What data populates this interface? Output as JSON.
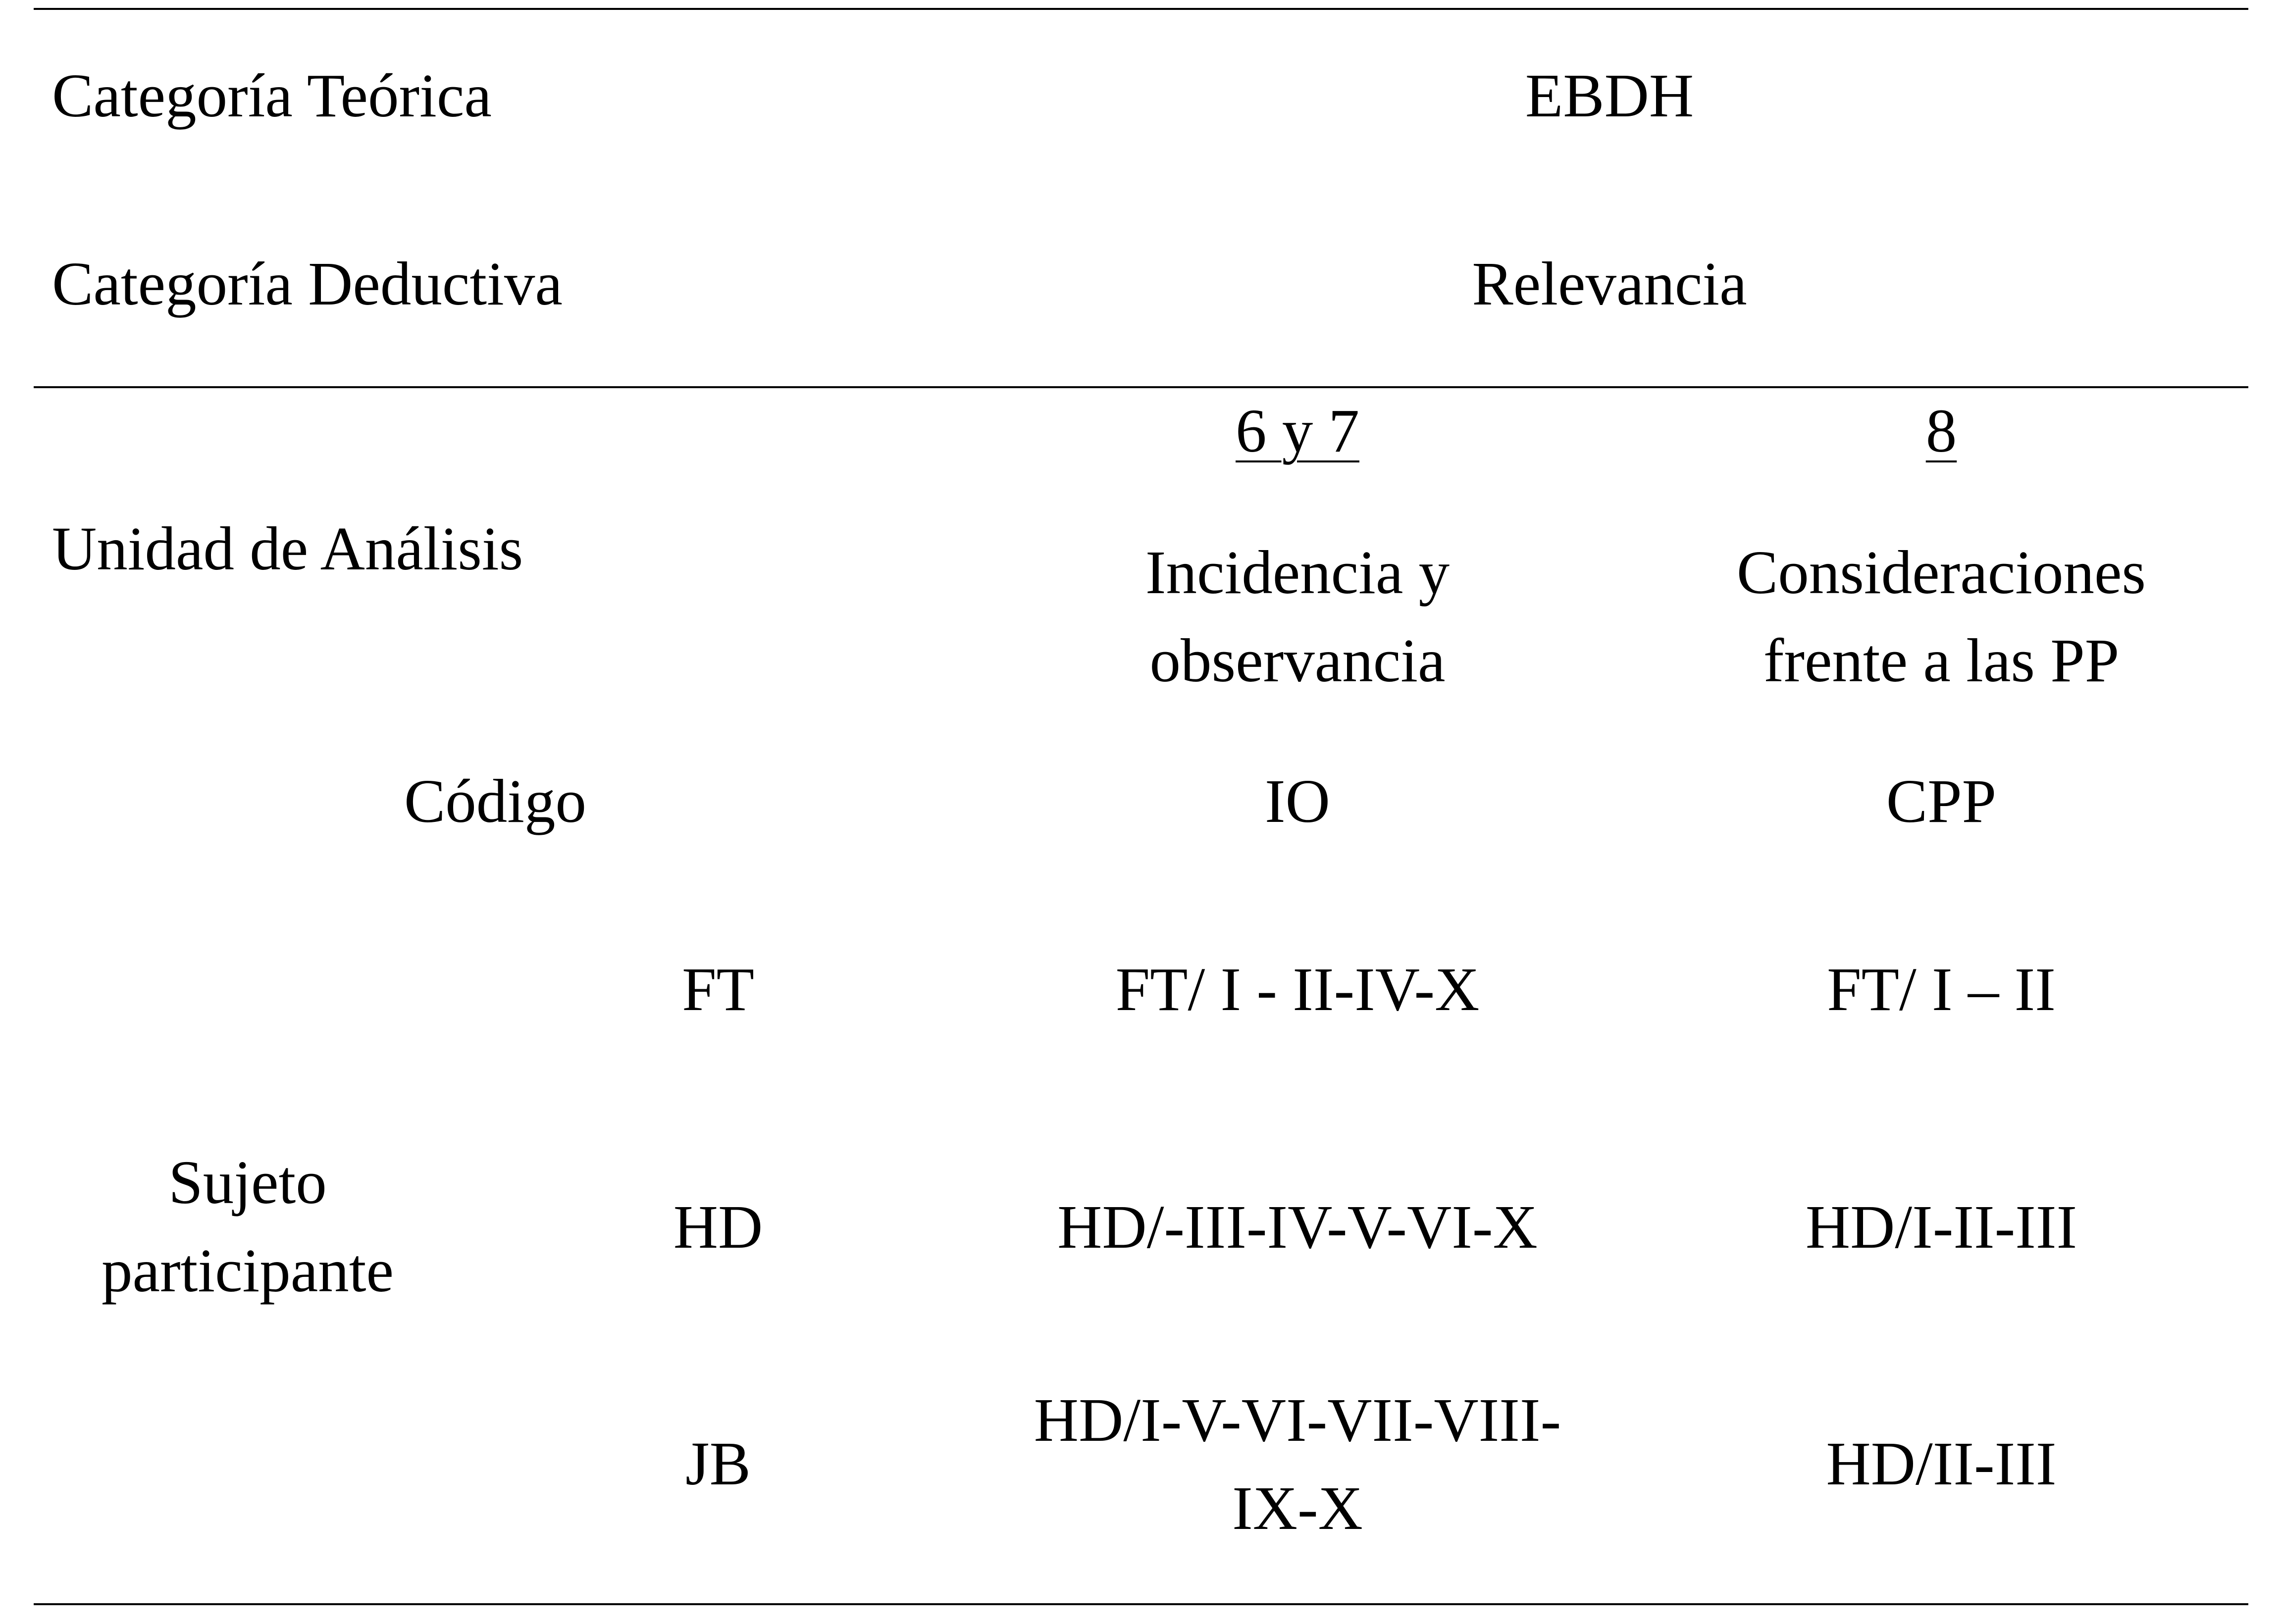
{
  "table": {
    "rows": {
      "theoretical": {
        "label": "Categoría Teórica",
        "value": "EBDH"
      },
      "deductive": {
        "label": "Categoría Deductiva",
        "value": "Relevancia"
      }
    },
    "columns": [
      {
        "number": "6 y 7",
        "title_line1": "Incidencia y",
        "title_line2": "observancia",
        "code": "IO"
      },
      {
        "number": "8",
        "title_line1": "Consideraciones",
        "title_line2": "frente a las PP",
        "code": "CPP"
      }
    ],
    "unit_label": "Unidad de Análisis",
    "code_label": "Código",
    "subject_label_line1": "Sujeto",
    "subject_label_line2": "participante",
    "participants": [
      {
        "id": "FT",
        "io": "FT/ I - II-IV-X",
        "cpp": "FT/ I – II"
      },
      {
        "id": "HD",
        "io": "HD/-III-IV-V-VI-X",
        "cpp": "HD/I-II-III"
      },
      {
        "id": "JB",
        "io_line1": "HD/I-V-VI-VII-VIII-",
        "io_line2": "IX-X",
        "cpp": "HD/II-III"
      }
    ]
  }
}
